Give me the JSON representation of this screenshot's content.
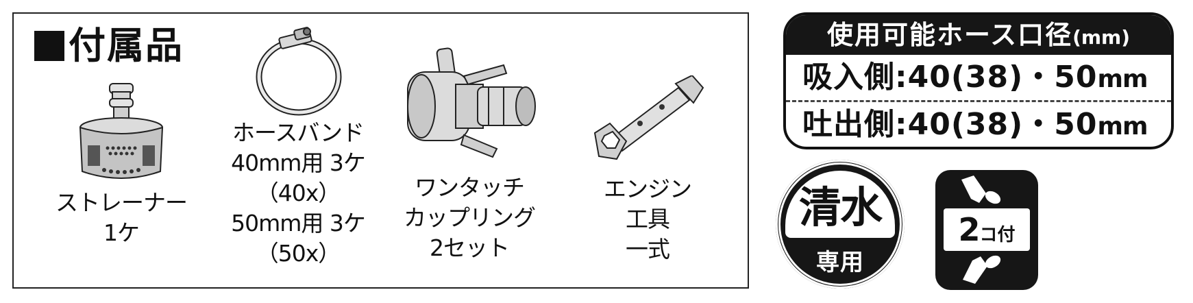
{
  "accessories": {
    "title": "付属品",
    "items": [
      {
        "icon": "strainer-icon",
        "lines": [
          "ストレーナー",
          "1ケ"
        ]
      },
      {
        "icon": "hose-band-icon",
        "lines": [
          "ホースバンド",
          "40mm用 3ケ",
          "（40x）",
          "50mm用 3ケ",
          "（50x）"
        ]
      },
      {
        "icon": "one-touch-coupling-icon",
        "lines": [
          "ワンタッチ",
          "カップリング",
          "2セット"
        ]
      },
      {
        "icon": "engine-tool-icon",
        "lines": [
          "エンジン",
          "工具",
          "一式"
        ]
      }
    ]
  },
  "hose_diameter": {
    "title": "使用可能ホース口径",
    "unit": "(mm)",
    "rows": [
      {
        "label": "吸入側",
        "value": ":40(38)・50",
        "unit": "mm"
      },
      {
        "label": "吐出側",
        "value": ":40(38)・50",
        "unit": "mm"
      }
    ]
  },
  "fresh_water_badge": {
    "main": "清水",
    "sub": "専用"
  },
  "two_piece_badge": {
    "number": "2",
    "suffix": "コ付"
  }
}
